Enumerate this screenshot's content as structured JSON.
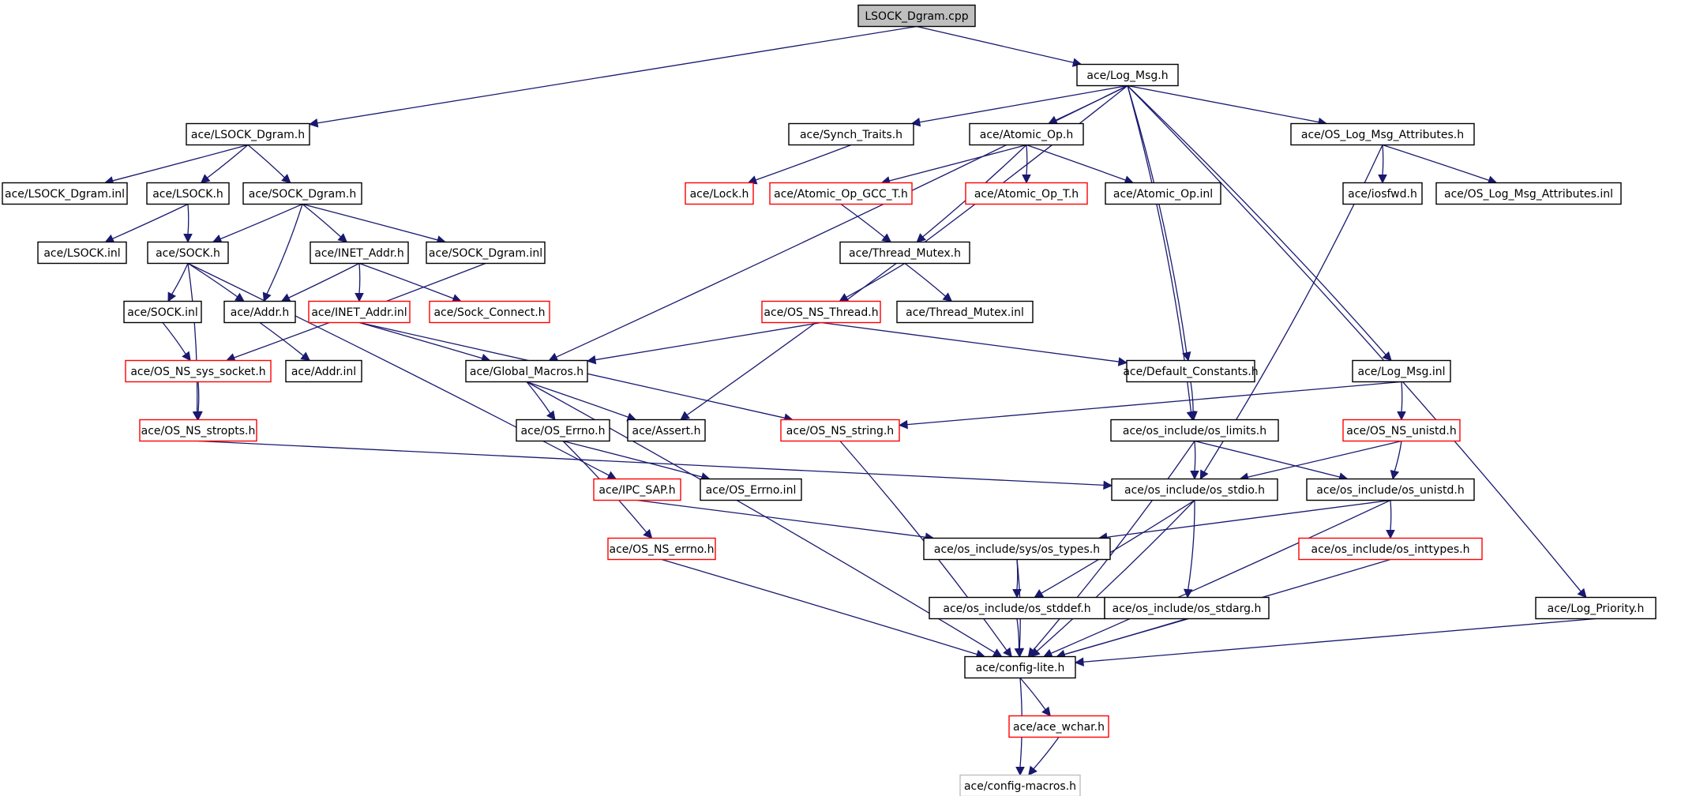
{
  "diagram": {
    "nodes": [
      {
        "id": "lsock_dgram_cpp",
        "label": "LSOCK_Dgram.cpp",
        "style": "root"
      },
      {
        "id": "log_msg_h",
        "label": "ace/Log_Msg.h",
        "style": "black"
      },
      {
        "id": "lsock_dgram_h",
        "label": "ace/LSOCK_Dgram.h",
        "style": "black"
      },
      {
        "id": "synch_traits_h",
        "label": "ace/Synch_Traits.h",
        "style": "black"
      },
      {
        "id": "atomic_op_h",
        "label": "ace/Atomic_Op.h",
        "style": "black"
      },
      {
        "id": "os_log_msg_attributes_h",
        "label": "ace/OS_Log_Msg_Attributes.h",
        "style": "black"
      },
      {
        "id": "lsock_dgram_inl",
        "label": "ace/LSOCK_Dgram.inl",
        "style": "black"
      },
      {
        "id": "lsock_h",
        "label": "ace/LSOCK.h",
        "style": "black"
      },
      {
        "id": "sock_dgram_h",
        "label": "ace/SOCK_Dgram.h",
        "style": "black"
      },
      {
        "id": "lock_h",
        "label": "ace/Lock.h",
        "style": "red"
      },
      {
        "id": "atomic_op_gcc_t_h",
        "label": "ace/Atomic_Op_GCC_T.h",
        "style": "red"
      },
      {
        "id": "atomic_op_t_h",
        "label": "ace/Atomic_Op_T.h",
        "style": "red"
      },
      {
        "id": "atomic_op_inl",
        "label": "ace/Atomic_Op.inl",
        "style": "black"
      },
      {
        "id": "iosfwd_h",
        "label": "ace/iosfwd.h",
        "style": "black"
      },
      {
        "id": "os_log_msg_attributes_inl",
        "label": "ace/OS_Log_Msg_Attributes.inl",
        "style": "black"
      },
      {
        "id": "lsock_inl",
        "label": "ace/LSOCK.inl",
        "style": "black"
      },
      {
        "id": "sock_h",
        "label": "ace/SOCK.h",
        "style": "black"
      },
      {
        "id": "inet_addr_h",
        "label": "ace/INET_Addr.h",
        "style": "black"
      },
      {
        "id": "sock_dgram_inl",
        "label": "ace/SOCK_Dgram.inl",
        "style": "black"
      },
      {
        "id": "thread_mutex_h",
        "label": "ace/Thread_Mutex.h",
        "style": "black"
      },
      {
        "id": "sock_inl",
        "label": "ace/SOCK.inl",
        "style": "black"
      },
      {
        "id": "addr_h",
        "label": "ace/Addr.h",
        "style": "black"
      },
      {
        "id": "inet_addr_inl",
        "label": "ace/INET_Addr.inl",
        "style": "red"
      },
      {
        "id": "sock_connect_h",
        "label": "ace/Sock_Connect.h",
        "style": "red"
      },
      {
        "id": "os_ns_thread_h",
        "label": "ace/OS_NS_Thread.h",
        "style": "red"
      },
      {
        "id": "thread_mutex_inl",
        "label": "ace/Thread_Mutex.inl",
        "style": "black"
      },
      {
        "id": "os_ns_sys_socket_h",
        "label": "ace/OS_NS_sys_socket.h",
        "style": "red"
      },
      {
        "id": "addr_inl",
        "label": "ace/Addr.inl",
        "style": "black"
      },
      {
        "id": "global_macros_h",
        "label": "ace/Global_Macros.h",
        "style": "black"
      },
      {
        "id": "default_constants_h",
        "label": "ace/Default_Constants.h",
        "style": "black"
      },
      {
        "id": "log_msg_inl",
        "label": "ace/Log_Msg.inl",
        "style": "black"
      },
      {
        "id": "os_ns_stropts_h",
        "label": "ace/OS_NS_stropts.h",
        "style": "red"
      },
      {
        "id": "os_errno_h",
        "label": "ace/OS_Errno.h",
        "style": "black"
      },
      {
        "id": "assert_h",
        "label": "ace/Assert.h",
        "style": "black"
      },
      {
        "id": "os_ns_string_h",
        "label": "ace/OS_NS_string.h",
        "style": "red"
      },
      {
        "id": "os_limits_h",
        "label": "ace/os_include/os_limits.h",
        "style": "black"
      },
      {
        "id": "os_ns_unistd_h",
        "label": "ace/OS_NS_unistd.h",
        "style": "red"
      },
      {
        "id": "ipc_sap_h",
        "label": "ace/IPC_SAP.h",
        "style": "red"
      },
      {
        "id": "os_errno_inl",
        "label": "ace/OS_Errno.inl",
        "style": "black"
      },
      {
        "id": "os_stdio_h",
        "label": "ace/os_include/os_stdio.h",
        "style": "black"
      },
      {
        "id": "os_unistd_h",
        "label": "ace/os_include/os_unistd.h",
        "style": "black"
      },
      {
        "id": "os_ns_errno_h",
        "label": "ace/OS_NS_errno.h",
        "style": "red"
      },
      {
        "id": "os_types_h",
        "label": "ace/os_include/sys/os_types.h",
        "style": "black"
      },
      {
        "id": "os_inttypes_h",
        "label": "ace/os_include/os_inttypes.h",
        "style": "red"
      },
      {
        "id": "os_stddef_h",
        "label": "ace/os_include/os_stddef.h",
        "style": "black"
      },
      {
        "id": "os_stdarg_h",
        "label": "ace/os_include/os_stdarg.h",
        "style": "black"
      },
      {
        "id": "log_priority_h",
        "label": "ace/Log_Priority.h",
        "style": "black"
      },
      {
        "id": "config_lite_h",
        "label": "ace/config-lite.h",
        "style": "black"
      },
      {
        "id": "ace_wchar_h",
        "label": "ace/ace_wchar.h",
        "style": "red"
      },
      {
        "id": "config_macros_h",
        "label": "ace/config-macros.h",
        "style": "grey"
      }
    ],
    "edges": [
      [
        "lsock_dgram_cpp",
        "lsock_dgram_h"
      ],
      [
        "lsock_dgram_cpp",
        "log_msg_h"
      ],
      [
        "log_msg_h",
        "synch_traits_h"
      ],
      [
        "log_msg_h",
        "atomic_op_h"
      ],
      [
        "log_msg_h",
        "os_log_msg_attributes_h"
      ],
      [
        "log_msg_h",
        "global_macros_h"
      ],
      [
        "log_msg_h",
        "assert_h"
      ],
      [
        "log_msg_h",
        "default_constants_h"
      ],
      [
        "log_msg_h",
        "os_limits_h"
      ],
      [
        "log_msg_h",
        "log_msg_inl"
      ],
      [
        "log_msg_h",
        "log_priority_h"
      ],
      [
        "lsock_dgram_h",
        "lsock_dgram_inl"
      ],
      [
        "lsock_dgram_h",
        "lsock_h"
      ],
      [
        "lsock_dgram_h",
        "sock_dgram_h"
      ],
      [
        "lsock_h",
        "lsock_inl"
      ],
      [
        "lsock_h",
        "sock_h"
      ],
      [
        "sock_dgram_h",
        "sock_h"
      ],
      [
        "sock_dgram_h",
        "addr_h"
      ],
      [
        "sock_dgram_h",
        "inet_addr_h"
      ],
      [
        "sock_dgram_h",
        "sock_dgram_inl"
      ],
      [
        "synch_traits_h",
        "lock_h"
      ],
      [
        "atomic_op_h",
        "atomic_op_gcc_t_h"
      ],
      [
        "atomic_op_h",
        "atomic_op_t_h"
      ],
      [
        "atomic_op_h",
        "atomic_op_inl"
      ],
      [
        "atomic_op_h",
        "thread_mutex_h"
      ],
      [
        "atomic_op_gcc_t_h",
        "thread_mutex_h"
      ],
      [
        "os_log_msg_attributes_h",
        "iosfwd_h"
      ],
      [
        "os_log_msg_attributes_h",
        "os_log_msg_attributes_inl"
      ],
      [
        "os_log_msg_attributes_h",
        "os_stdio_h"
      ],
      [
        "sock_h",
        "addr_h"
      ],
      [
        "sock_h",
        "sock_inl"
      ],
      [
        "sock_h",
        "os_ns_stropts_h"
      ],
      [
        "sock_h",
        "ipc_sap_h"
      ],
      [
        "inet_addr_h",
        "addr_h"
      ],
      [
        "inet_addr_h",
        "inet_addr_inl"
      ],
      [
        "inet_addr_h",
        "sock_connect_h"
      ],
      [
        "sock_dgram_inl",
        "os_ns_sys_socket_h"
      ],
      [
        "thread_mutex_h",
        "os_ns_thread_h"
      ],
      [
        "thread_mutex_h",
        "thread_mutex_inl"
      ],
      [
        "sock_inl",
        "os_ns_sys_socket_h"
      ],
      [
        "addr_h",
        "addr_inl"
      ],
      [
        "inet_addr_inl",
        "global_macros_h"
      ],
      [
        "inet_addr_inl",
        "os_ns_string_h"
      ],
      [
        "os_ns_thread_h",
        "global_macros_h"
      ],
      [
        "os_ns_thread_h",
        "default_constants_h"
      ],
      [
        "os_ns_sys_socket_h",
        "os_ns_stropts_h"
      ],
      [
        "global_macros_h",
        "os_errno_h"
      ],
      [
        "global_macros_h",
        "assert_h"
      ],
      [
        "global_macros_h",
        "config_lite_h"
      ],
      [
        "default_constants_h",
        "os_limits_h"
      ],
      [
        "log_msg_inl",
        "os_ns_string_h"
      ],
      [
        "log_msg_inl",
        "os_ns_unistd_h"
      ],
      [
        "os_ns_stropts_h",
        "os_stdio_h"
      ],
      [
        "os_errno_h",
        "os_errno_inl"
      ],
      [
        "os_errno_h",
        "os_ns_errno_h"
      ],
      [
        "os_ns_string_h",
        "config_lite_h"
      ],
      [
        "os_limits_h",
        "os_stdio_h"
      ],
      [
        "os_limits_h",
        "os_unistd_h"
      ],
      [
        "os_limits_h",
        "config_lite_h"
      ],
      [
        "os_ns_unistd_h",
        "os_stdio_h"
      ],
      [
        "os_ns_unistd_h",
        "os_unistd_h"
      ],
      [
        "ipc_sap_h",
        "os_types_h"
      ],
      [
        "os_stdio_h",
        "os_stddef_h"
      ],
      [
        "os_stdio_h",
        "os_stdarg_h"
      ],
      [
        "os_stdio_h",
        "config_lite_h"
      ],
      [
        "os_unistd_h",
        "os_types_h"
      ],
      [
        "os_unistd_h",
        "os_inttypes_h"
      ],
      [
        "os_unistd_h",
        "config_lite_h"
      ],
      [
        "os_ns_errno_h",
        "config_lite_h"
      ],
      [
        "os_types_h",
        "os_stddef_h"
      ],
      [
        "os_types_h",
        "config_lite_h"
      ],
      [
        "os_inttypes_h",
        "config_lite_h"
      ],
      [
        "os_stddef_h",
        "config_lite_h"
      ],
      [
        "os_stdarg_h",
        "config_lite_h"
      ],
      [
        "log_priority_h",
        "config_lite_h"
      ],
      [
        "config_lite_h",
        "ace_wchar_h"
      ],
      [
        "config_lite_h",
        "config_macros_h"
      ],
      [
        "ace_wchar_h",
        "config_macros_h"
      ]
    ],
    "colors": {
      "edge": "#191970",
      "border_default": "#000000",
      "border_red": "#ff0000",
      "border_grey": "#bfbfbf",
      "root_fill": "#bfbfbf"
    }
  }
}
